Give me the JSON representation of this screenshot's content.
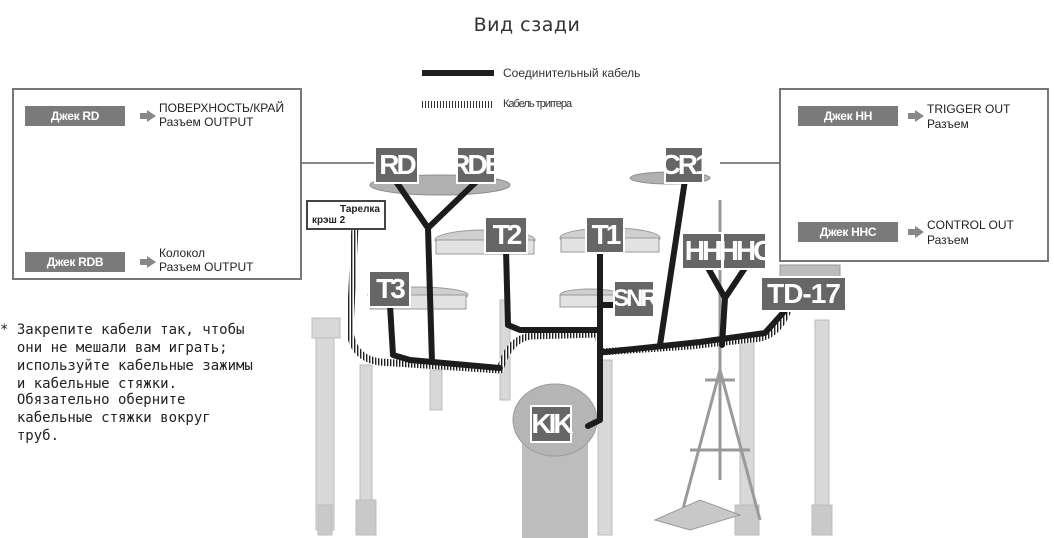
{
  "title": "Вид сзади",
  "legend": {
    "connection_cable": "Соединительный кабель",
    "trigger_cable": "Кабель триггера"
  },
  "ride_callout": {
    "jack_rd": "Джек RD",
    "jack_rd_target_line1": "ПОВЕРХНОСТЬ/КРАЙ",
    "jack_rd_target_line2": "Разъем OUTPUT",
    "jack_rdb": "Джек RDB",
    "jack_rdb_target_line1": "Колокол",
    "jack_rdb_target_line2": "Разъем OUTPUT"
  },
  "hihat_callout": {
    "jack_hh": "Джек HH",
    "jack_hh_target_line1": "TRIGGER OUT",
    "jack_hh_target_line2": "Разъем",
    "jack_hhc": "Джек HHC",
    "jack_hhc_target_line1": "CONTROL OUT",
    "jack_hhc_target_line2": "Разъем"
  },
  "crash2_label_line1": "Тарелка",
  "crash2_label_line2": "крэш 2",
  "tags": {
    "rd": "RD",
    "rdb": "RDB",
    "cr1": "CR1",
    "t2": "T2",
    "t1": "T1",
    "hh": "HH",
    "hhc": "HHC",
    "t3": "T3",
    "snr": "SNR",
    "td17": "TD-17",
    "kik": "KIK"
  },
  "note": {
    "line1": "* Закрепите кабели так, чтобы",
    "line2": "  они не мешали вам играть;",
    "line3": "  используйте кабельные зажимы",
    "line4": "  и кабельные стяжки.",
    "line5": "  Обязательно оберните",
    "line6": "  кабельные стяжки вокруг",
    "line7": "  труб."
  }
}
